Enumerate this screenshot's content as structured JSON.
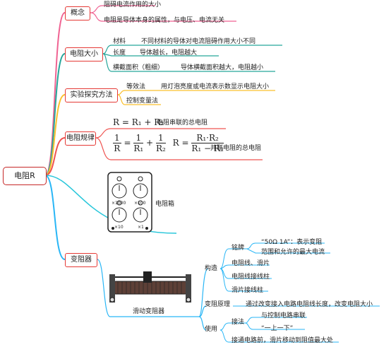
{
  "root": "电阻R",
  "branches": {
    "concept": {
      "label": "概念",
      "items": [
        "阻碍电流作用的大小",
        "电阻是导体本身的属性，与电压、电流无关"
      ]
    },
    "size": {
      "label": "电阻大小",
      "items": [
        {
          "key": "材料",
          "desc": "不同材料的导体对电流阻碍作用大小不同"
        },
        {
          "key": "长度",
          "desc": "导体越长，电阻越大"
        },
        {
          "key": "横截面积（粗细）",
          "desc": "导体横截面积越大，电阻越小"
        }
      ]
    },
    "method": {
      "label": "实验探究方法",
      "items": [
        {
          "key": "等效法",
          "desc": "用灯泡亮度或电流表示数显示电阻大小"
        },
        {
          "key": "控制变量法",
          "desc": ""
        }
      ]
    },
    "law": {
      "label": "电阻规律",
      "series_formula": "R = R₁ + R₂",
      "series_note": "电阻串联的总电阻",
      "parallel_note": "并联电阻的总电阻",
      "parallel_lhs_num": "1",
      "parallel_lhs_den": "R",
      "parallel_r1_num": "1",
      "parallel_r1_den": "R₁",
      "parallel_r2_num": "1",
      "parallel_r2_den": "R₂",
      "parallel_r_num": "R₁·R₂",
      "parallel_r_den": "R₁ − R₂",
      "eq": "=",
      "plus": "+",
      "r_label": "R"
    },
    "box": {
      "label": "电阻箱",
      "dials": [
        "×1000",
        "×100",
        "×10",
        "×1"
      ]
    },
    "rheostat": {
      "label": "变阻器",
      "image_caption": "滑动变阻器",
      "structure": {
        "label": "构造",
        "nameplate": "铭牌",
        "nameplate_desc1": "“50Ω  1A”：表示变阻",
        "nameplate_desc2": "范围和允许的最大电流",
        "parts": [
          "电阻线、滑片",
          "电阻线接线柱",
          "滑片接线柱"
        ]
      },
      "principle": {
        "label": "变阻原理",
        "desc": "通过改变接入电路电阻线长度，改变电阻大小"
      },
      "usage": {
        "label": "使用",
        "wiring": "接法",
        "wiring_desc1": "与控制电路串联",
        "wiring_desc2": "“一上一下”",
        "before": "接通电路前，滑片移动到阻值最大处"
      }
    }
  },
  "colors": {
    "concept": "#f06292",
    "size": "#26a69a",
    "method": "#fbc02d",
    "law": "#ef5350",
    "rheostat": "#29b6f6",
    "box_border": "#e53935"
  }
}
